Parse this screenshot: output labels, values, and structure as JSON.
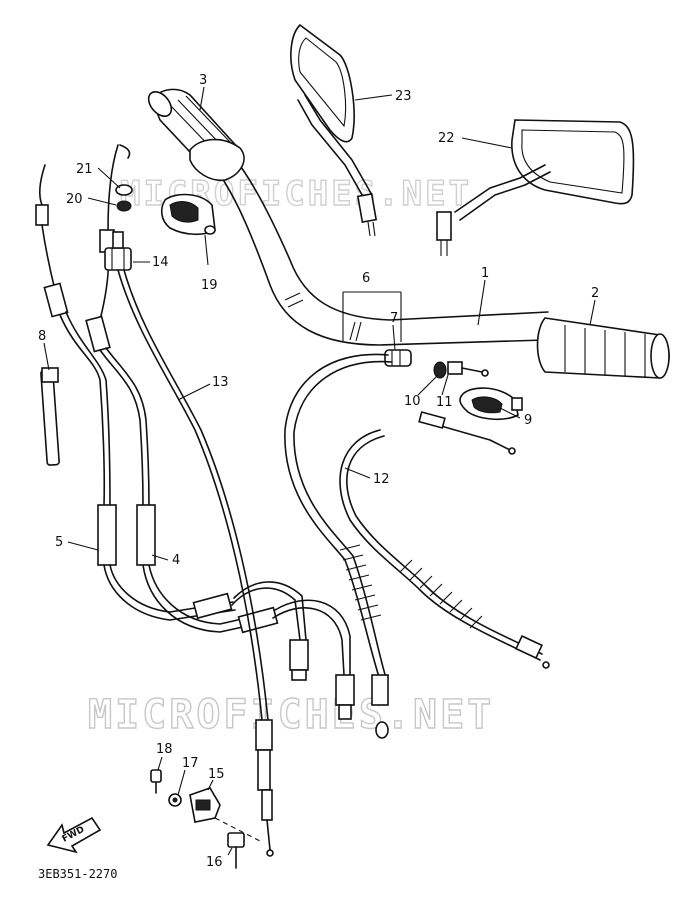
{
  "diagram": {
    "part_code": "3EB351-2270",
    "fwd_label": "FWD",
    "watermark": "MICROFICHES.NET",
    "callouts": [
      "1",
      "2",
      "3",
      "4",
      "5",
      "6",
      "7",
      "8",
      "9",
      "10",
      "11",
      "12",
      "13",
      "14",
      "15",
      "16",
      "17",
      "18",
      "19",
      "20",
      "21",
      "22",
      "23"
    ]
  }
}
